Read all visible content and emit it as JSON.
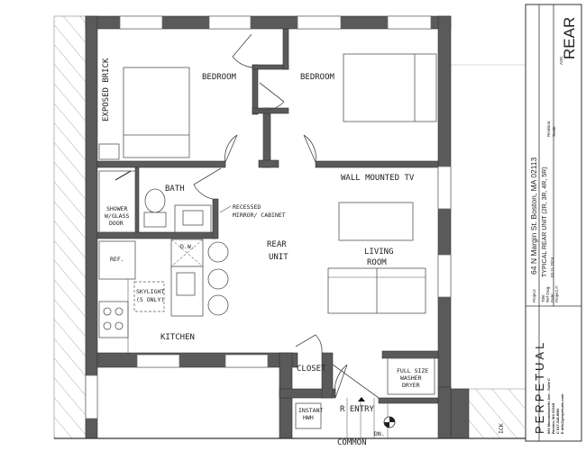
{
  "rooms": {
    "exposed_brick": "EXPOSED BRICK",
    "bedroom_left": "BEDROOM",
    "bedroom_right": "BEDROOM",
    "bath": "BATH",
    "shower_1": "SHOWER",
    "shower_2": "W/GLASS",
    "shower_3": "DOOR",
    "recessed_1": "RECESSED",
    "recessed_2": "MIRROR/ CABINET",
    "wall_tv": "WALL MOUNTED TV",
    "unit_1": "REAR",
    "unit_2": "UNIT",
    "living_1": "LIVING",
    "living_2": "ROOM",
    "ref": "REF.",
    "dw": "D.W.",
    "skylight_1": "SKYLIGHT",
    "skylight_2": "(5 ONLY)",
    "kitchen": "KITCHEN",
    "closet": "CLOSET",
    "washer_1": "FULL SIZE",
    "washer_2": "WASHER",
    "washer_3": "DRYER",
    "instant_1": "INSTANT",
    "instant_2": "HWH",
    "entry": "R ENTRY",
    "dn": "DN.",
    "common": "COMMON",
    "brick_partial": "ICK"
  },
  "title_block": {
    "firm": "PERPETUAL",
    "firm_address_1": "600 Massachusetts Ave - Suite C",
    "firm_address_2": "Boston, MA 02118",
    "firm_phone": "C 617.318.8000",
    "firm_email": "E info@perpetuals.com",
    "project_label": "Project:",
    "project": "64 N Margin St. Boston, MA 02113",
    "title_label": "Title:",
    "title": "TYPICAL REAR UNIT (2R, 3R, 4R, 5R)",
    "refdwg_label": "Ref Dwg:",
    "date_label": "Date:",
    "date": "03.11.2024",
    "projectno_label": "Project #:",
    "revision_label": "Revision:",
    "scale_label": "Scale:",
    "ask_label": "ASK:",
    "sheet": "REAR"
  }
}
